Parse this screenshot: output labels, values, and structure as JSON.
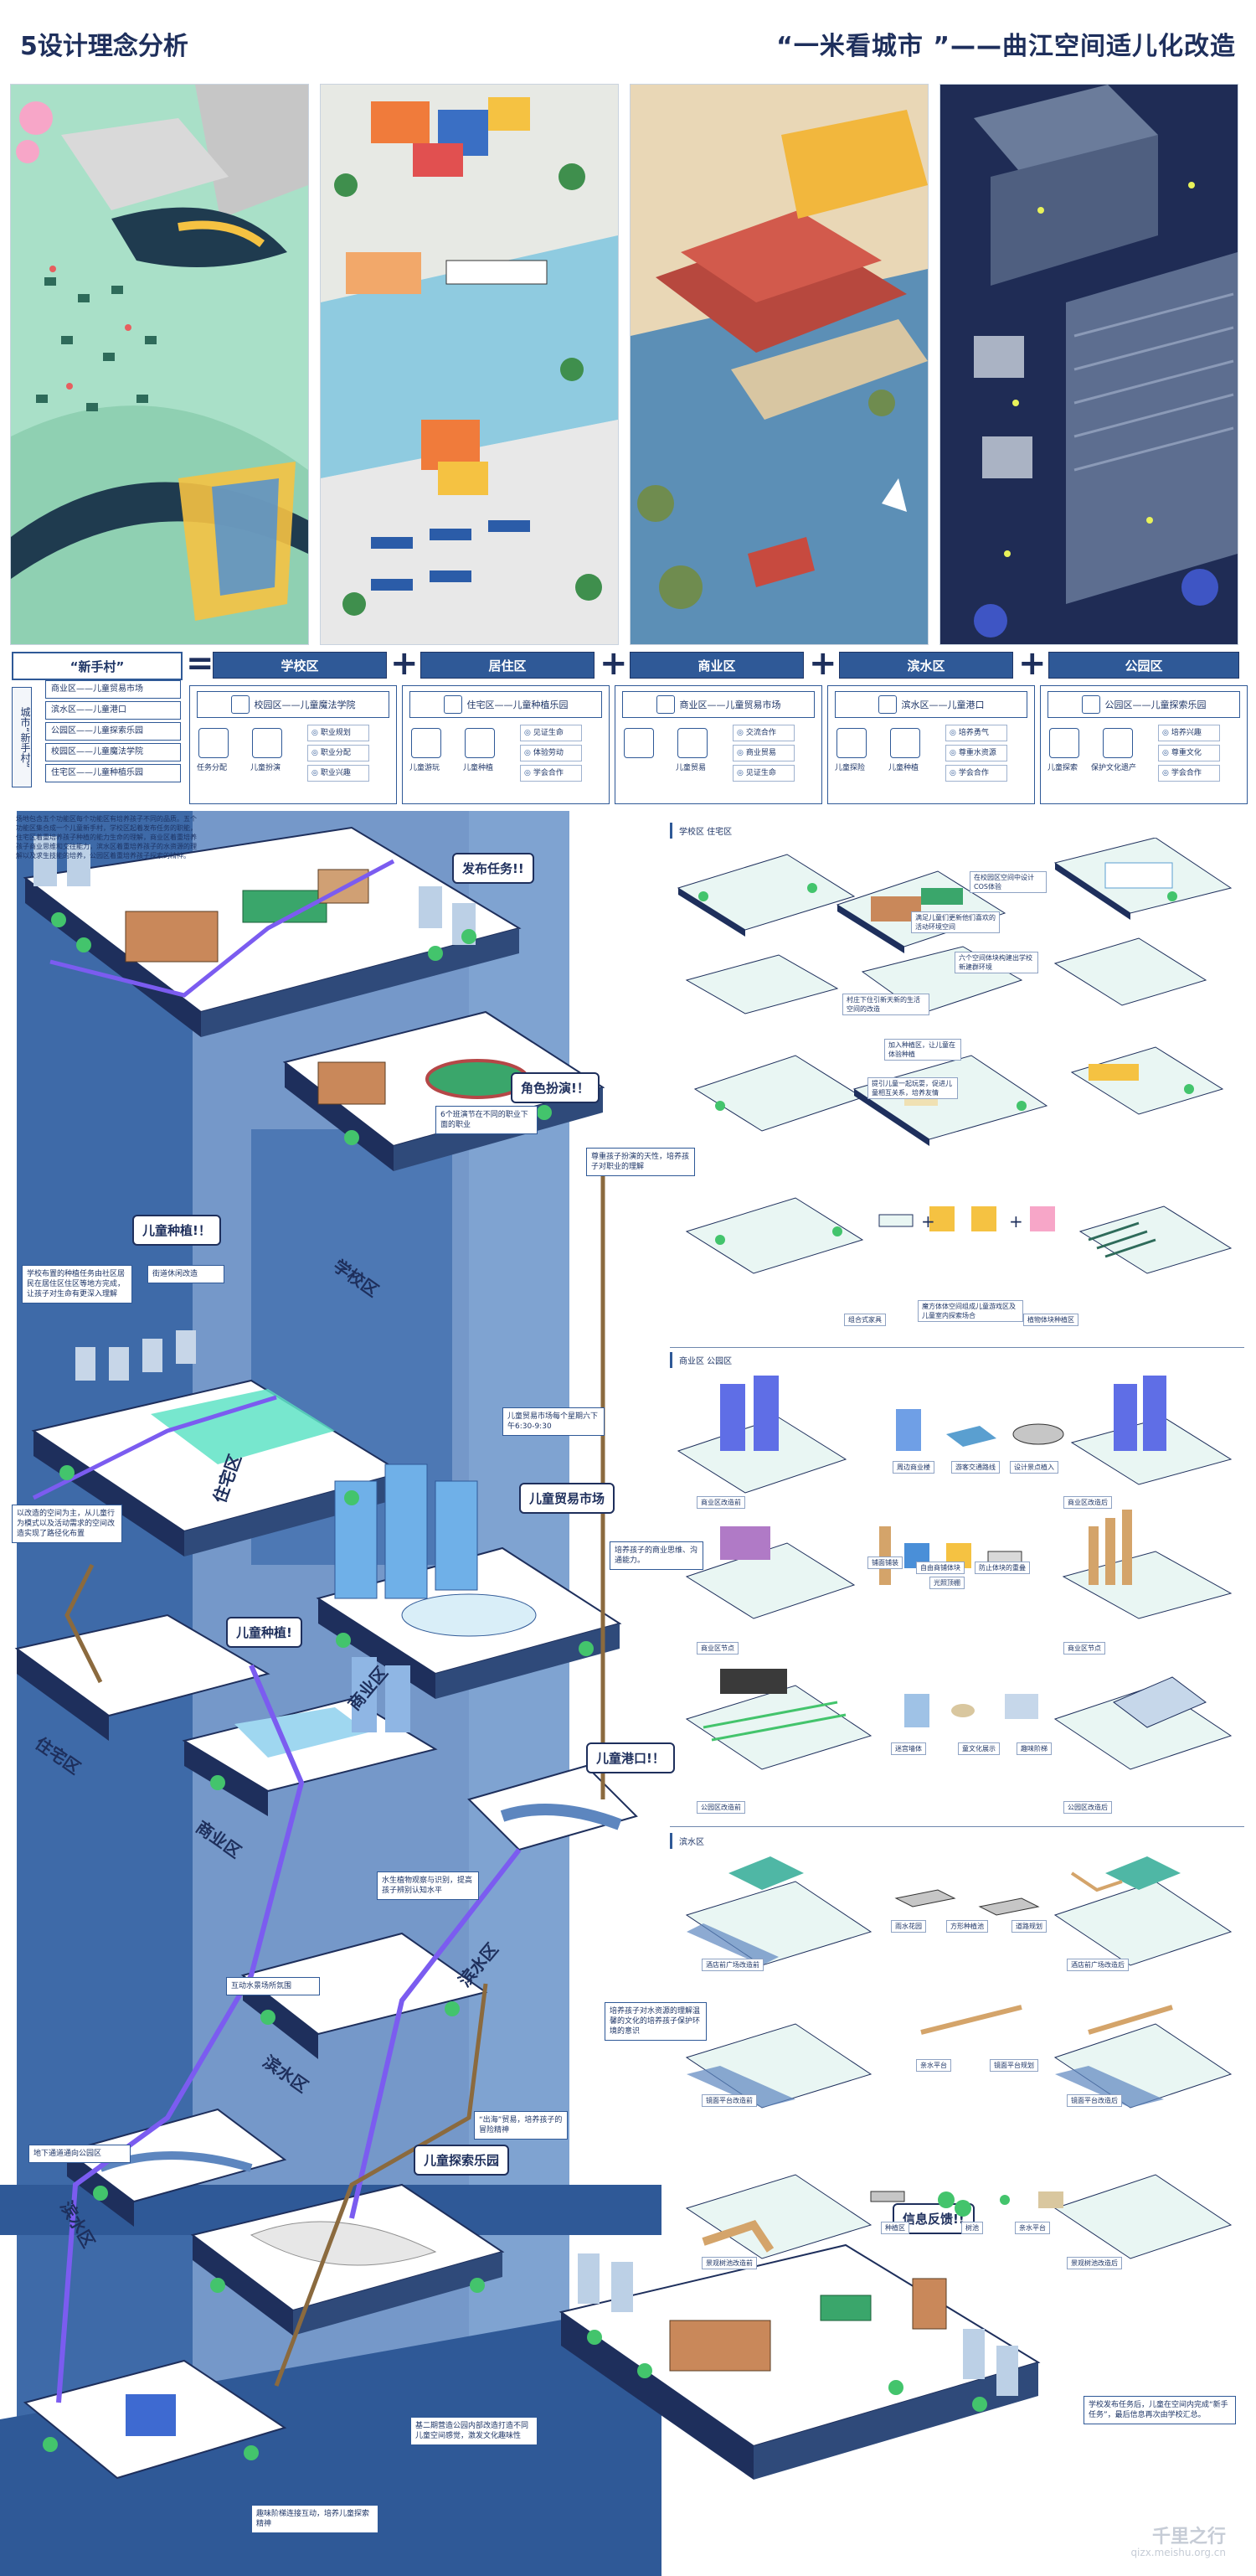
{
  "header": {
    "left_title": "5设计理念分析",
    "right_title": "“一米看城市 ”——曲江空间适儿化改造"
  },
  "formula": {
    "first": "“新手村”",
    "equals": "=",
    "plus": "+",
    "zones": [
      "学校区",
      "居住区",
      "商业区",
      "滨水区",
      "公园区"
    ]
  },
  "left_list": {
    "label": "城市“新手村”",
    "items": [
      "商业区——儿童贸易市场",
      "滨水区——儿童港口",
      "公园区——儿童探索乐园",
      "校园区——儿童魔法学院",
      "住宅区——儿童种植乐园"
    ]
  },
  "cards": [
    {
      "head": "校园区——儿童魔法学院",
      "caps": [
        "任务分配",
        "儿童扮演"
      ],
      "items": [
        "职业规划",
        "职业分配",
        "职业兴趣"
      ]
    },
    {
      "head": "住宅区——儿童种植乐园",
      "caps": [
        "儿童游玩",
        "儿童种植"
      ],
      "items": [
        "见证生命",
        "体验劳动",
        "学会合作"
      ]
    },
    {
      "head": "商业区——儿童贸易市场",
      "caps": [
        "",
        "儿童贸易"
      ],
      "items": [
        "交流合作",
        "商业贸易",
        "见证生命"
      ]
    },
    {
      "head": "滨水区——儿童港口",
      "caps": [
        "儿童探险",
        "儿童种植"
      ],
      "items": [
        "培养勇气",
        "尊重水资源",
        "学会合作"
      ]
    },
    {
      "head": "公园区——儿童探索乐园",
      "caps": [
        "儿童探索",
        "保护文化遗产"
      ],
      "items": [
        "培养兴趣",
        "尊重文化",
        "学会合作"
      ]
    }
  ],
  "big_axon": {
    "intro": "场地包含五个功能区每个功能区有培养孩子不同的品质。五个功能区集合成一个儿童新手村，学校区起着发布任务的职能，住宅区着重培养孩子种植的能力生命的理解，商业区着重培养孩子商业思维和交往能力，滨水区着重培养孩子的水资源的理解以及求生技能的培养，公园区着重培养孩子探索的精神。",
    "callouts": [
      "发布任务!!",
      "角色扮演!！",
      "儿童种植!！",
      "儿童贸易市场",
      "儿童种植!",
      "儿童港口!！",
      "儿童探索乐园",
      "信息反馈!!"
    ],
    "notes": [
      "6个班演节在不同的职业下面的职业",
      "尊重孩子扮演的天性，培养孩子对职业的理解",
      "学校布置的种植任务由社区居民在居住区住区等地方完成，让孩子对生命有更深入理解",
      "街道休闲改造",
      "儿童贸易市场每个星期六下午6:30-9:30",
      "培养孩子的商业思维、沟通能力。",
      "以改造的空间为主，从儿童行为模式以及活动需求的空间改造实现了路径化布置",
      "水生植物观察与识别，提高孩子辨别认知水平",
      "互动水景场所氛围",
      "培养孩子对水资源的理解温馨的文化的培养孩子保护环境的意识",
      "“出海”贸易，培养孩子的冒险精神",
      "地下通道通向公园区",
      "基二期营造公园内部改造打造不同儿童空间感觉，激发文化趣味性",
      "趣味阶梯连接互动，培养儿童探索精神",
      "学校发布任务后，儿童在空间内完成“新手任务”，最后信息再次由学校汇总。"
    ],
    "zone_labels": [
      "学校区",
      "住宅区",
      "住宅区",
      "商业区",
      "商业区",
      "滨水区",
      "滨水区",
      "滨水区"
    ]
  },
  "right_sections": [
    {
      "title": "学校区 住宅区",
      "captions": [
        "在校园区空间中设计COS体验",
        "满足儿童们更新他们喜欢的活动环境空间",
        "六个空间体块构建出学校新建群环境",
        "村庄下住引新天新的生活空间的改造",
        "加入种植区，让儿童在体验种植",
        "提引儿童一起玩耍，促进儿童相互关系，培养友情",
        "组合式家具",
        "魔方体体空间组成儿童游戏区及儿童室内探索场合",
        "植物体块种植区"
      ]
    },
    {
      "title": "商业区 公园区",
      "captions": [
        "周边商业楼",
        "游客交通路线",
        "设计景点植入",
        "商业区改造前",
        "商业区改造后",
        "铺面铺装",
        "自由商铺体块",
        "光照顶棚",
        "防止体块的重叠",
        "商业区节点",
        "商业区节点",
        "迷宫墙体",
        "童文化展示",
        "趣味阶梯",
        "公园区改造前",
        "公园区改造后"
      ]
    },
    {
      "title": "滨水区",
      "captions": [
        "雨水花园",
        "方形种植池",
        "道路规划",
        "酒店前广场改造前",
        "酒店前广场改造后",
        "亲水平台",
        "镜面平台规划",
        "镜面平台改造前",
        "镜面平台改造后",
        "种植区",
        "树池",
        "亲水平台",
        "景观树池改造前",
        "景观树池改造后"
      ]
    }
  ],
  "footer": {
    "logo": "千里之行",
    "url": "qizx.meishu.org.cn"
  },
  "colors": {
    "accent": "#2f5997",
    "dark": "#1e2f5c",
    "purple": "#7b5cf0",
    "brown": "#8b6a3e",
    "light_blue": "#7fa3d1"
  }
}
